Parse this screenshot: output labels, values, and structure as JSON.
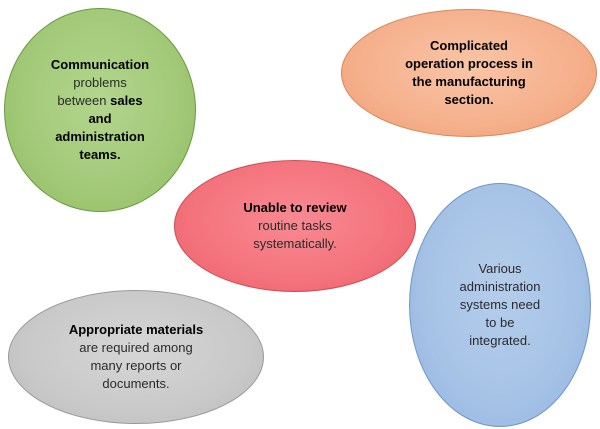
{
  "bubbles": {
    "communication": {
      "line1_bold": "Communication",
      "line2": "problems",
      "line3_plain": "between",
      "line3_bold": "sales",
      "line4_bold": "and",
      "line5_bold": "administration",
      "line6_bold": "teams."
    },
    "complicated": {
      "line1_bold": "Complicated",
      "line2_bold": "operation process in",
      "line3_bold": "the manufacturing",
      "line4_bold": "section."
    },
    "unable": {
      "line1_bold": "Unable to review",
      "line2": "routine tasks",
      "line3": "systematically."
    },
    "various": {
      "line1": "Various",
      "line2": "administration",
      "line3": "systems need",
      "line4": "to be",
      "line5": "integrated."
    },
    "appropriate": {
      "line1_bold": "Appropriate materials",
      "line2": "are required among",
      "line3": "many reports or",
      "line4": "documents."
    }
  },
  "colors": {
    "green": "#a3ca79",
    "orange": "#f5b08c",
    "red": "#f4737c",
    "blue": "#a5c2e6",
    "gray": "#c9c9c9"
  }
}
